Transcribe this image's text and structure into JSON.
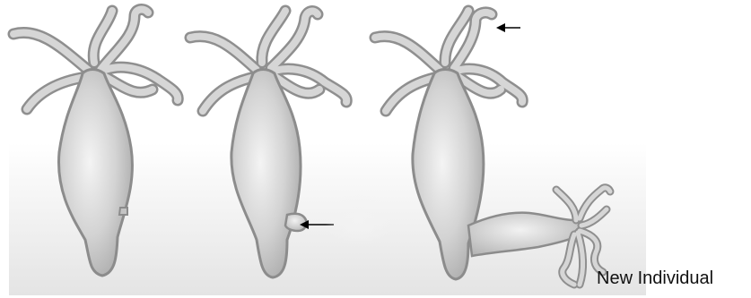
{
  "diagram": {
    "caption": "New Individual",
    "stages": [
      {
        "name": "hydra-adult"
      },
      {
        "name": "hydra-with-bud"
      },
      {
        "name": "hydra-with-developing-individual"
      }
    ],
    "colors": {
      "body_fill": "#c9c9c9",
      "body_stroke": "#8a8a8a",
      "background_gradient_top": "#ffffff",
      "background_gradient_bottom": "#e6e6e6",
      "arrow": "#000000"
    }
  }
}
